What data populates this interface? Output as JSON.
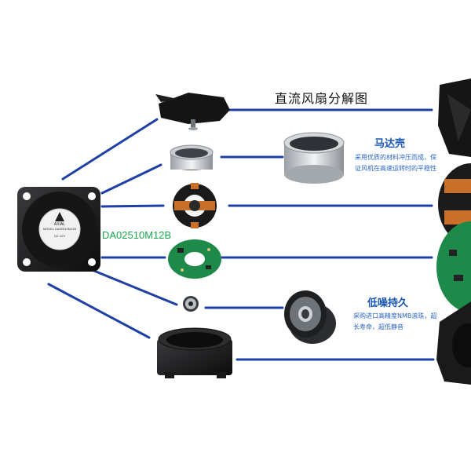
{
  "title": "直流风扇分解图",
  "model": "DA02510M12B",
  "fan_label": [
    "MODEL DA02510M12B",
    "DC 12V"
  ],
  "brand_logo": "AXIAL",
  "annotations": [
    {
      "heading": "马达壳",
      "body": "采用优质的材料冲压而成，保证风机在高速运转时的平稳性"
    },
    {
      "heading": "低噪持久",
      "body": "采购进口高精度NMB滚珠，超长寿命，超低静音"
    }
  ],
  "colors": {
    "line": "#1e3fa3",
    "accent_text": "#1a56b8",
    "model_text": "#1aa64a",
    "pcb": "#1d8a4a",
    "copper": "#c8702a"
  }
}
